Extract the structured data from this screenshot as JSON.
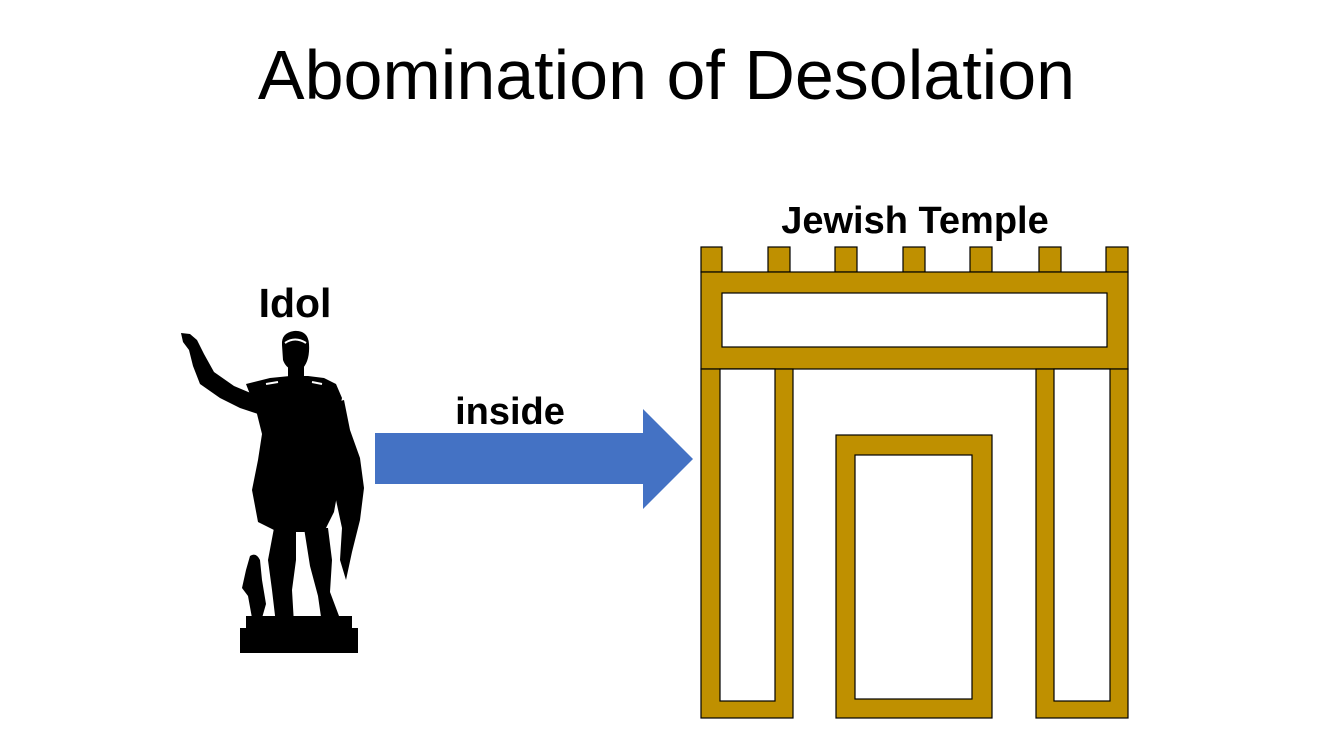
{
  "slide": {
    "title": "Abomination of Desolation"
  },
  "diagram": {
    "idol": {
      "label": "Idol",
      "icon": "statue-silhouette-icon",
      "color": "#000000"
    },
    "arrow": {
      "label": "inside",
      "color": "#4472C4"
    },
    "temple": {
      "label": "Jewish Temple",
      "icon": "temple-facade-icon",
      "fill_color": "#BF9000",
      "inner_color": "#FFFFFF",
      "outline_color": "#000000"
    }
  }
}
